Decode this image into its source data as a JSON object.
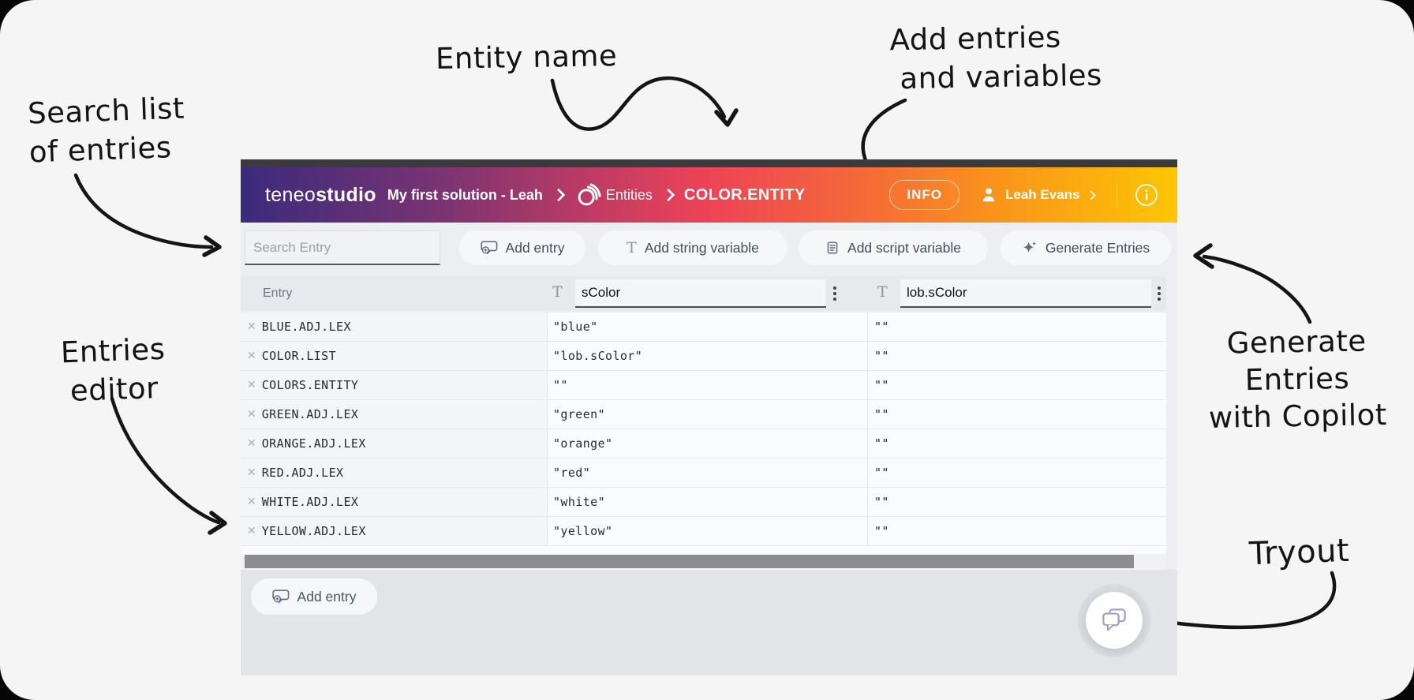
{
  "annotations": {
    "search_list": {
      "line1": "Search list",
      "line2": "of entries"
    },
    "entity_name": {
      "line1": "Entity name"
    },
    "add_entries": {
      "line1": "Add entries",
      "line2": "and variables"
    },
    "generate_copilot": {
      "line1": "Generate",
      "line2": "Entries",
      "line3": "with Copilot"
    },
    "entries_editor": {
      "line1": "Entries",
      "line2": "editor"
    },
    "tryout": {
      "line1": "Tryout"
    }
  },
  "header": {
    "logo": {
      "light": "teneo",
      "bold": "studio"
    },
    "solution": "My first solution - Leah",
    "section": "Entities",
    "entity": "COLOR.ENTITY",
    "info_button": "INFO",
    "user": "Leah Evans"
  },
  "toolbar": {
    "search_placeholder": "Search Entry",
    "add_entry": "Add entry",
    "add_string_variable": "Add string variable",
    "add_script_variable": "Add script variable",
    "generate_entries": "Generate Entries"
  },
  "table": {
    "entry_header": "Entry",
    "variable1": "sColor",
    "variable2": "lob.sColor",
    "rows": [
      {
        "entry": "BLUE.ADJ.LEX",
        "v1": "\"blue\"",
        "v2": "\"\""
      },
      {
        "entry": "COLOR.LIST",
        "v1": "\"lob.sColor\"",
        "v2": "\"\""
      },
      {
        "entry": "COLORS.ENTITY",
        "v1": "\"\"",
        "v2": "\"\""
      },
      {
        "entry": "GREEN.ADJ.LEX",
        "v1": "\"green\"",
        "v2": "\"\""
      },
      {
        "entry": "ORANGE.ADJ.LEX",
        "v1": "\"orange\"",
        "v2": "\"\""
      },
      {
        "entry": "RED.ADJ.LEX",
        "v1": "\"red\"",
        "v2": "\"\""
      },
      {
        "entry": "WHITE.ADJ.LEX",
        "v1": "\"white\"",
        "v2": "\"\""
      },
      {
        "entry": "YELLOW.ADJ.LEX",
        "v1": "\"yellow\"",
        "v2": "\"\""
      }
    ]
  },
  "footer": {
    "add_entry": "Add entry"
  },
  "icons": {
    "delete_row": "✕",
    "string_variable": "T",
    "breadcrumb_chevron": "chevron-right",
    "entities": "rings",
    "script_variable": "scroll",
    "generate": "sparkles",
    "add_entry": "bubble-plus",
    "user": "person",
    "info": "i-circle",
    "tryout": "chat-bubbles",
    "column_menu": "kebab"
  },
  "colors": {
    "header_gradient_start": "#3b2a7c",
    "header_gradient_mid": "#ef4355",
    "header_gradient_end": "#fdc603",
    "tryout_icon": "#a39fc9",
    "scrollbar_thumb": "#8d8d8f"
  }
}
